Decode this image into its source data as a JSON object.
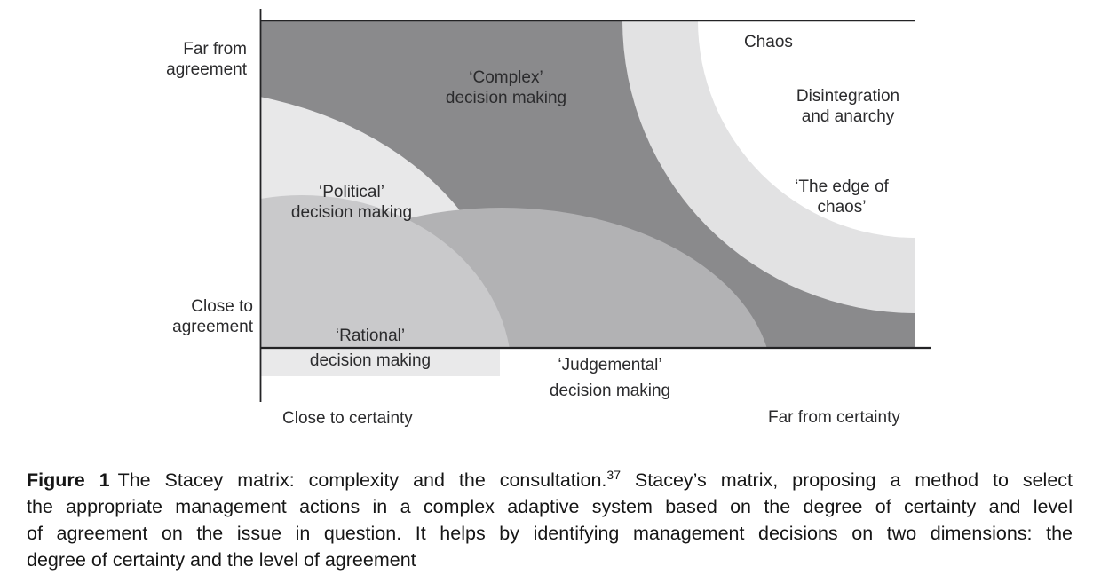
{
  "figure": {
    "y_axis": {
      "top": [
        "Far from",
        "agreement"
      ],
      "bottom": [
        "Close to",
        "agreement"
      ]
    },
    "x_axis": {
      "left": "Close to certainty",
      "right": "Far from certainty"
    },
    "regions": {
      "complex": {
        "lines": [
          "‘Complex’",
          "decision making"
        ],
        "color": "#8a8a8c"
      },
      "political": {
        "lines": [
          "‘Political’",
          "decision making"
        ],
        "color": "#e8e8e9"
      },
      "rational": {
        "lines": [
          "‘Rational’",
          "decision making"
        ],
        "color": "#c9c9cb",
        "band_color": "#e9e9ea"
      },
      "judgemental": {
        "lines": [
          "‘Judgemental’",
          "decision making"
        ],
        "color": "#b2b2b4"
      },
      "chaos": {
        "label": "Chaos",
        "color": "#ffffff"
      },
      "disintegration": {
        "lines": [
          "Disintegration",
          "and anarchy"
        ]
      },
      "edge_of_chaos": {
        "lines": [
          "‘The edge of",
          "chaos’"
        ],
        "color": "#e2e2e3"
      }
    },
    "line_color": "#232325"
  },
  "caption": {
    "figure_label": "Figure 1",
    "line1_title": "The Stacey matrix: complexity and the consultation.",
    "reference_superscript": "37",
    "line1_rest": " Stacey’s matrix, proposing a method to select",
    "line2": "the appropriate management actions in a complex adaptive system based on the degree of certainty and level",
    "line3": "of agreement on the issue in question. It helps by identifying management decisions on two dimensions: the",
    "line4": "degree of certainty and the level of agreement"
  }
}
